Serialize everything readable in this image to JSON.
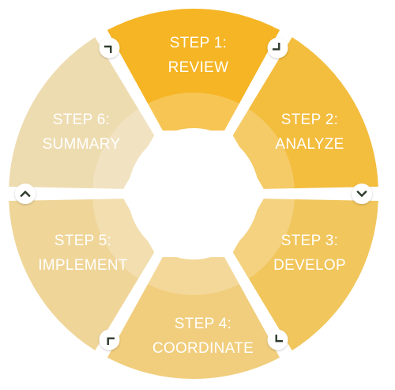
{
  "diagram": {
    "steps": [
      {
        "line1": "STEP 1:",
        "line2": "REVIEW",
        "color": "#F5B524"
      },
      {
        "line1": "STEP 2:",
        "line2": "ANALYZE",
        "color": "#F3BD3E"
      },
      {
        "line1": "STEP 3:",
        "line2": "DEVELOP",
        "color": "#F1C65C"
      },
      {
        "line1": "STEP 4:",
        "line2": "COORDINATE",
        "color": "#F1CE7D"
      },
      {
        "line1": "STEP 5:",
        "line2": "IMPLEMENT",
        "color": "#EFD598"
      },
      {
        "line1": "STEP 6:",
        "line2": "SUMMARY",
        "color": "#EEDCB1"
      }
    ],
    "arrow_icon": "chevron-icon",
    "badge_fill": "#ffffff",
    "chevron_color": "#2E3A2B",
    "inner_ring_color": "#FFFFFF"
  }
}
